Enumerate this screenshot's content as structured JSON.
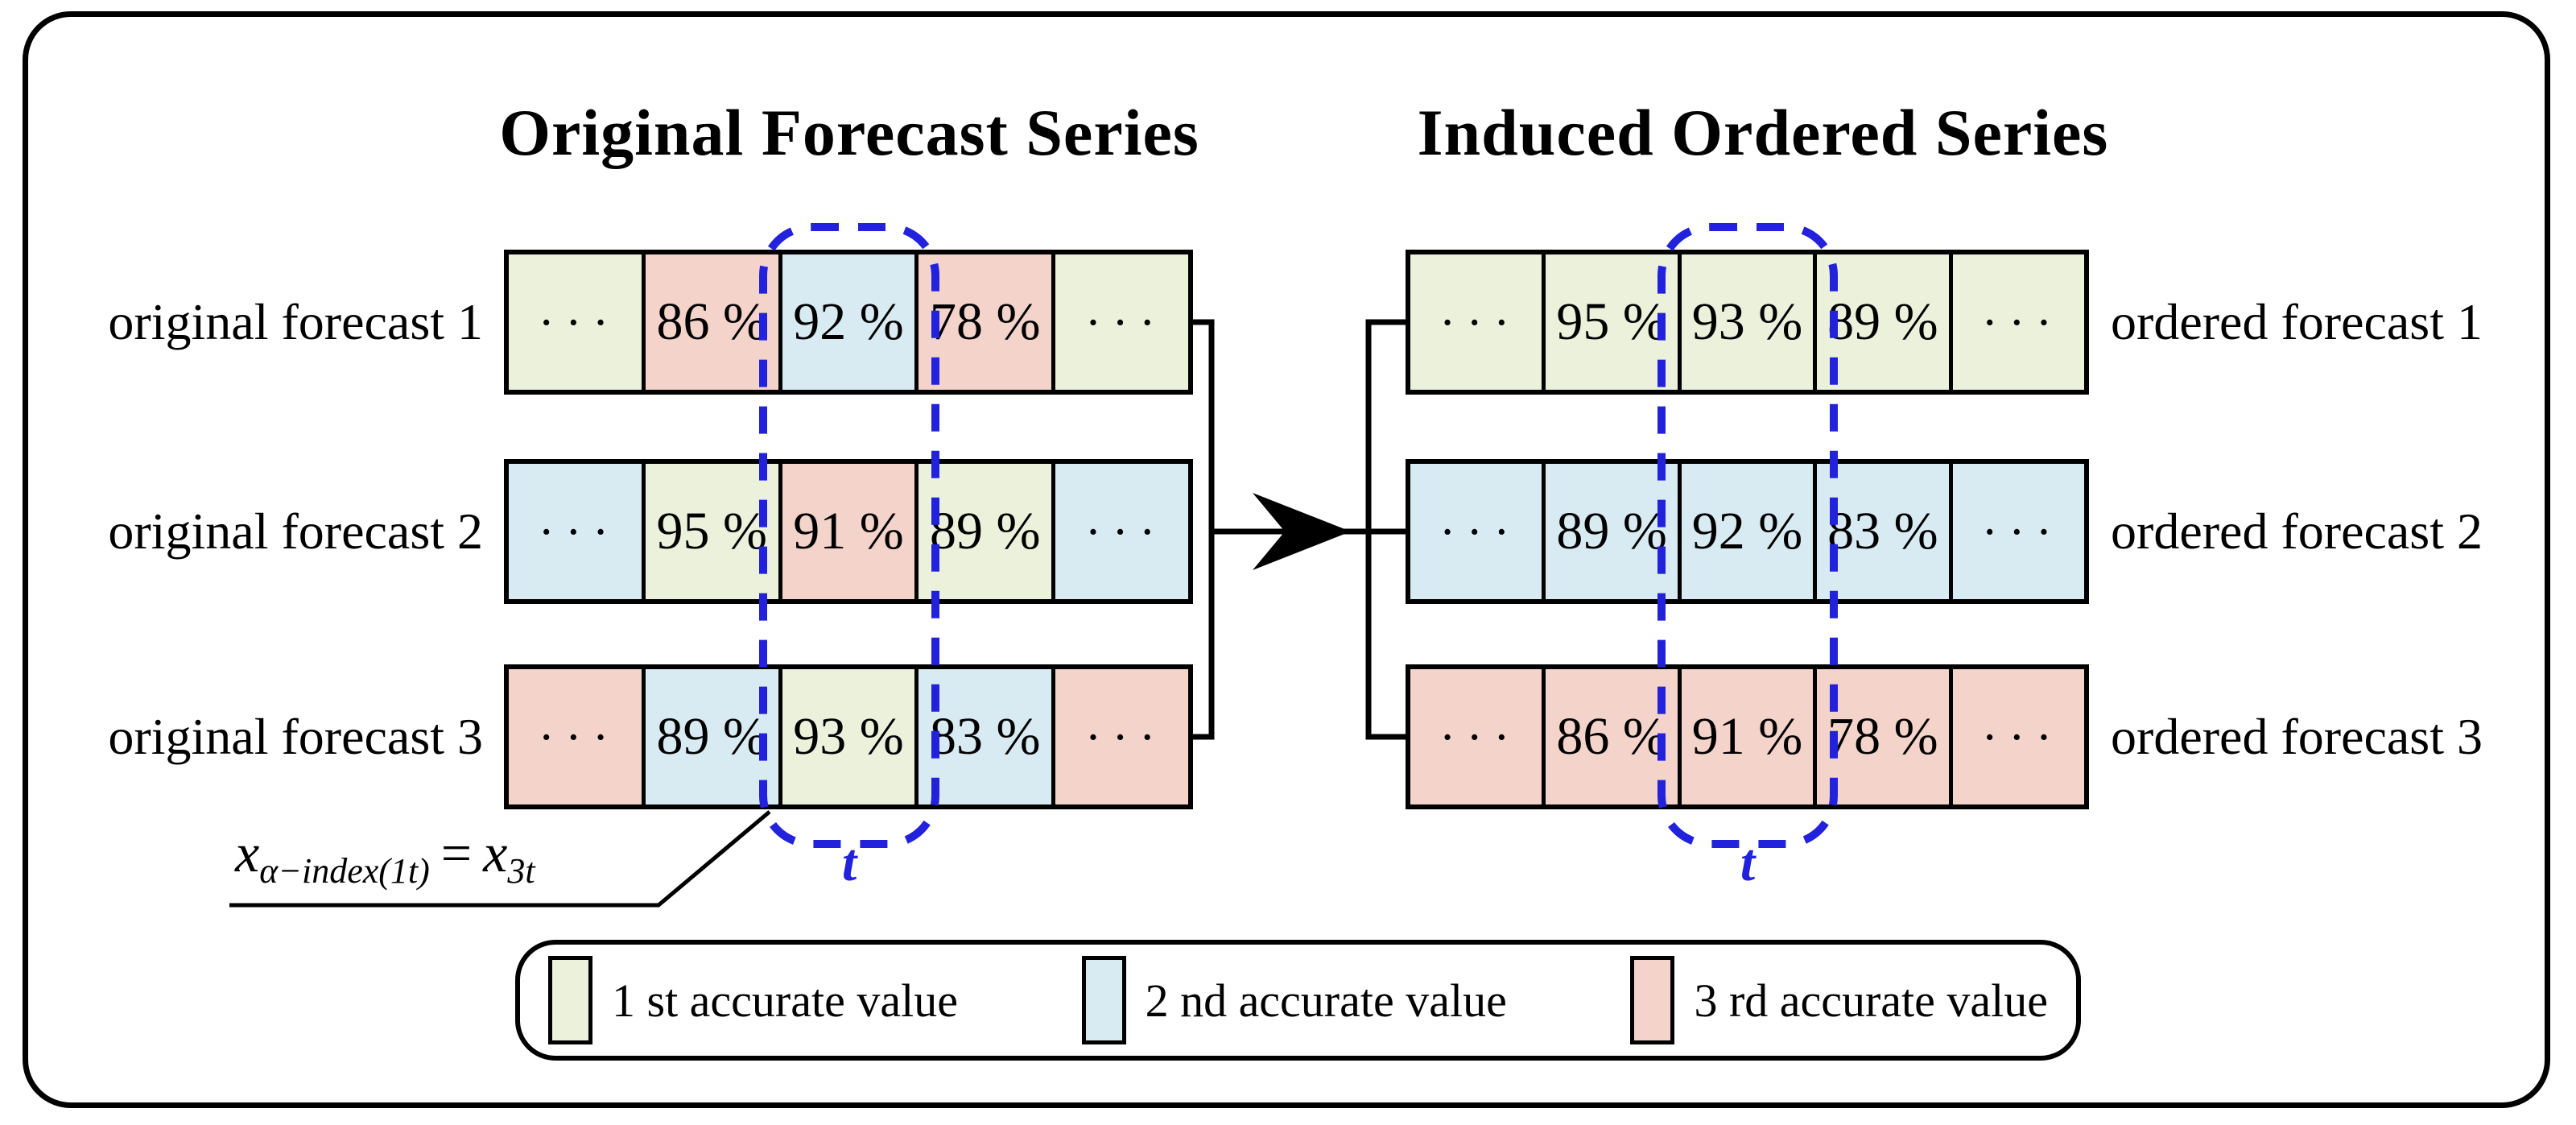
{
  "figure": {
    "left_title": "Original Forecast Series",
    "right_title": "Induced Ordered Series",
    "time_label": "t",
    "formula": {
      "base1": "x",
      "sub1": "α−index(1t)",
      "eq": "=",
      "base2": "x",
      "sub2": "3t"
    }
  },
  "colors": {
    "first": "#ebf1db",
    "second": "#d8eaf2",
    "third": "#f3d3ca",
    "highlight_blue": "#2222dd",
    "line_black": "#000000"
  },
  "left_block": {
    "rows": [
      {
        "label": "original forecast 1",
        "cells": [
          {
            "text": "· · ·",
            "rank": "first"
          },
          {
            "text": "86 %",
            "rank": "third"
          },
          {
            "text": "92 %",
            "rank": "second"
          },
          {
            "text": "78 %",
            "rank": "third"
          },
          {
            "text": "· · ·",
            "rank": "first"
          }
        ]
      },
      {
        "label": "original forecast 2",
        "cells": [
          {
            "text": "· · ·",
            "rank": "second"
          },
          {
            "text": "95 %",
            "rank": "first"
          },
          {
            "text": "91 %",
            "rank": "third"
          },
          {
            "text": "89 %",
            "rank": "first"
          },
          {
            "text": "· · ·",
            "rank": "second"
          }
        ]
      },
      {
        "label": "original forecast 3",
        "cells": [
          {
            "text": "· · ·",
            "rank": "third"
          },
          {
            "text": "89 %",
            "rank": "second"
          },
          {
            "text": "93 %",
            "rank": "first"
          },
          {
            "text": "83 %",
            "rank": "second"
          },
          {
            "text": "· · ·",
            "rank": "third"
          }
        ]
      }
    ]
  },
  "right_block": {
    "rows": [
      {
        "label": "ordered forecast 1",
        "cells": [
          {
            "text": "· · ·",
            "rank": "first"
          },
          {
            "text": "95 %",
            "rank": "first"
          },
          {
            "text": "93 %",
            "rank": "first"
          },
          {
            "text": "89 %",
            "rank": "first"
          },
          {
            "text": "· · ·",
            "rank": "first"
          }
        ]
      },
      {
        "label": "ordered forecast 2",
        "cells": [
          {
            "text": "· · ·",
            "rank": "second"
          },
          {
            "text": "89 %",
            "rank": "second"
          },
          {
            "text": "92 %",
            "rank": "second"
          },
          {
            "text": "83 %",
            "rank": "second"
          },
          {
            "text": "· · ·",
            "rank": "second"
          }
        ]
      },
      {
        "label": "ordered forecast 3",
        "cells": [
          {
            "text": "· · ·",
            "rank": "third"
          },
          {
            "text": "86 %",
            "rank": "third"
          },
          {
            "text": "91 %",
            "rank": "third"
          },
          {
            "text": "78 %",
            "rank": "third"
          },
          {
            "text": "· · ·",
            "rank": "third"
          }
        ]
      }
    ]
  },
  "legend": {
    "items": [
      {
        "label": "1 st accurate value",
        "rank": "first"
      },
      {
        "label": "2 nd accurate value",
        "rank": "second"
      },
      {
        "label": "3 rd accurate value",
        "rank": "third"
      }
    ]
  }
}
